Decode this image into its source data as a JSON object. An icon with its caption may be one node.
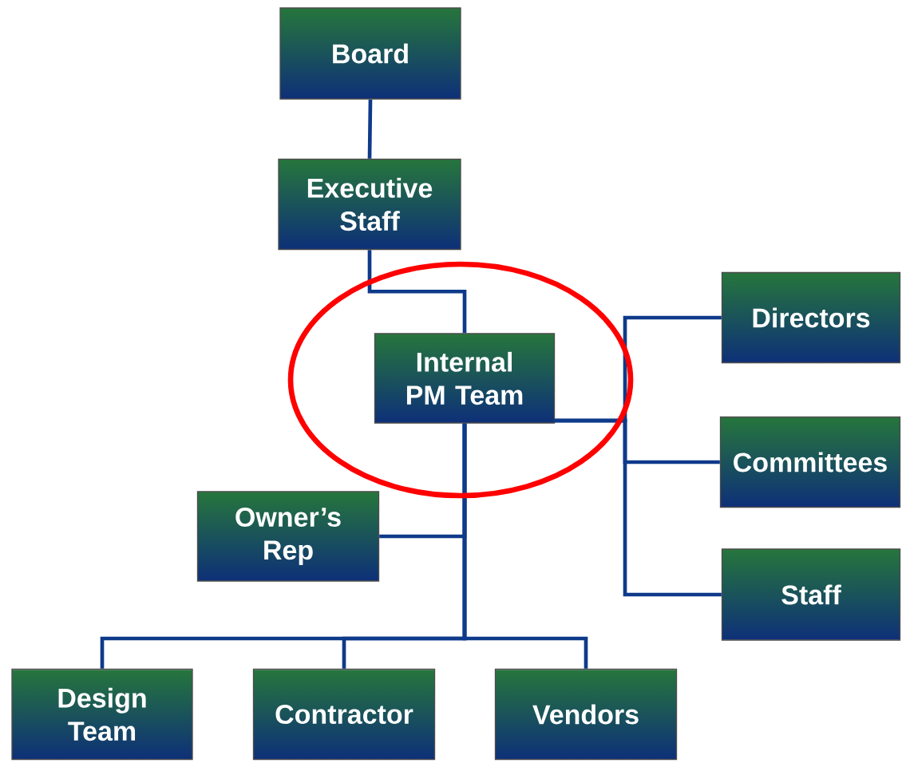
{
  "diagram": {
    "nodes": [
      {
        "text": [
          "Board"
        ]
      },
      {
        "text": [
          "Executive Staff"
        ]
      },
      {
        "text": [
          "Internal PM Team"
        ]
      },
      {
        "text": [
          "Directors"
        ]
      },
      {
        "text": [
          "Committees"
        ]
      },
      {
        "text": [
          "Staff"
        ]
      },
      {
        "text": [
          "Owner’s Rep"
        ]
      },
      {
        "text": [
          "Design Team"
        ]
      },
      {
        "text": [
          "Contractor"
        ]
      },
      {
        "text": [
          "Vendors"
        ]
      }
    ],
    "edges": [
      {
        "from": 0,
        "to": 1,
        "arrow": "none"
      },
      {
        "from": 1,
        "to": 2,
        "arrow": "none"
      },
      {
        "from": 2,
        "to": 3,
        "arrow": "none"
      },
      {
        "from": 2,
        "to": 4,
        "arrow": "none"
      },
      {
        "from": 2,
        "to": 5,
        "arrow": "none"
      },
      {
        "from": 2,
        "to": 6,
        "arrow": "none"
      },
      {
        "from": 2,
        "to": 7,
        "arrow": "none"
      },
      {
        "from": 2,
        "to": 8,
        "arrow": "none"
      },
      {
        "from": 2,
        "to": 9,
        "arrow": "none"
      }
    ]
  }
}
